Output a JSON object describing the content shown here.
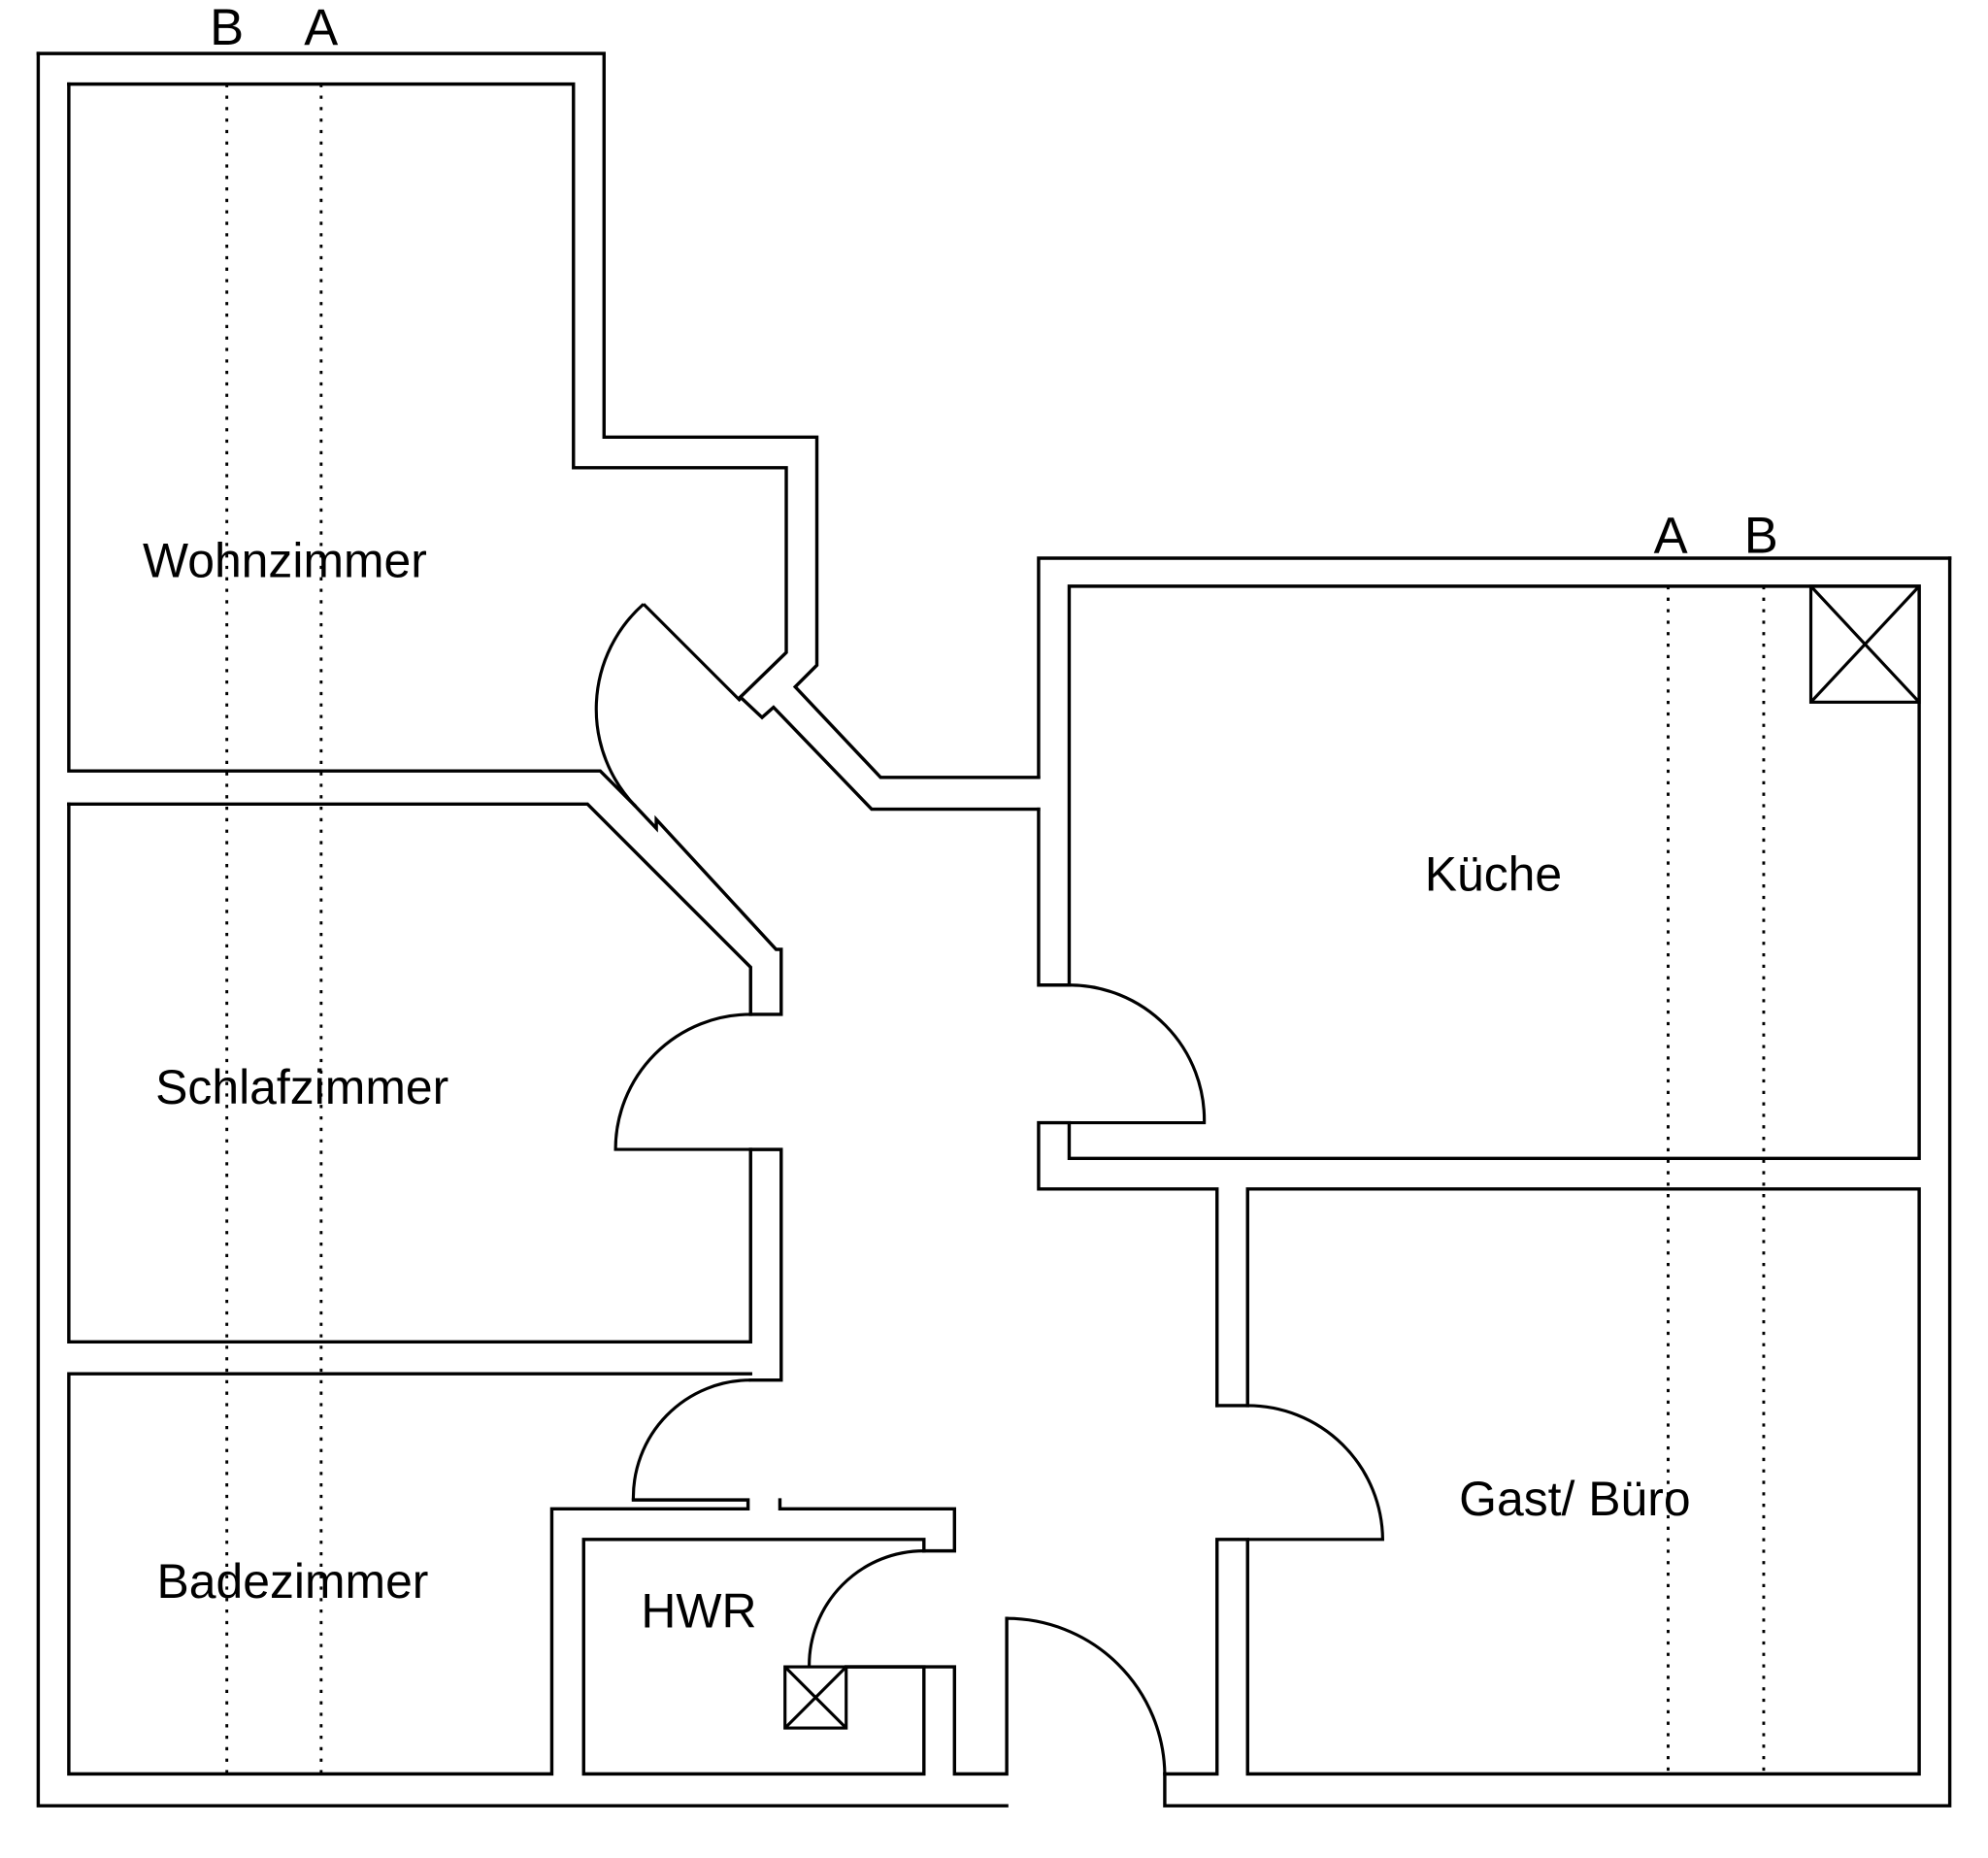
{
  "plan": {
    "type": "floor-plan",
    "rooms": [
      {
        "id": "wohnzimmer",
        "label": "Wohnzimmer"
      },
      {
        "id": "schlafzimmer",
        "label": "Schlafzimmer"
      },
      {
        "id": "badezimmer",
        "label": "Badezimmer"
      },
      {
        "id": "hwr",
        "label": "HWR"
      },
      {
        "id": "kueche",
        "label": "Küche"
      },
      {
        "id": "gast-buero",
        "label": "Gast/ Büro"
      }
    ],
    "section_axes": {
      "left": {
        "first": "B",
        "second": "A"
      },
      "right": {
        "first": "A",
        "second": "B"
      }
    },
    "symbols": [
      {
        "name": "shaft",
        "room": "Küche"
      },
      {
        "name": "shaft",
        "room": "HWR"
      }
    ],
    "colors": {
      "line": "#000000",
      "background": "#ffffff"
    }
  }
}
